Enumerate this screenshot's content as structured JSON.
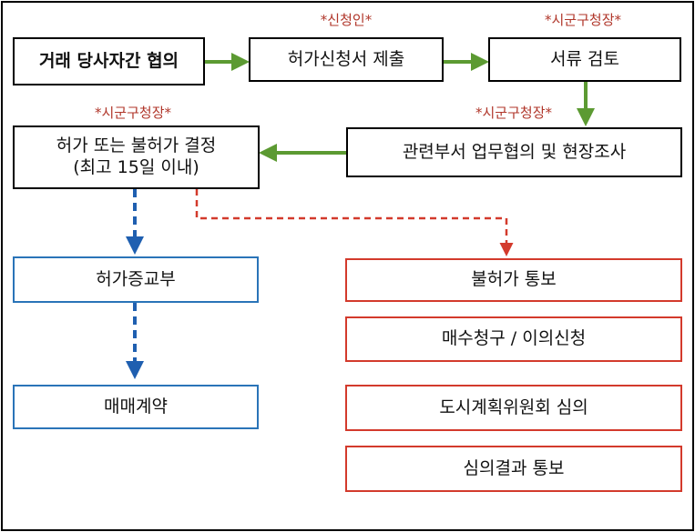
{
  "nodes": {
    "negotiation": "거래 당사자간 협의",
    "submit_application": "허가신청서 제출",
    "document_review": "서류 검토",
    "dept_consult_survey": "관련부서 업무협의 및 현장조사",
    "decision_line1": "허가 또는 불허가 결정",
    "decision_line2": "(최고 15일 이내)",
    "permit_issued": "허가증교부",
    "sale_contract": "매매계약",
    "rejection_notice": "불허가 통보",
    "purchase_request_objection": "매수청구 / 이의신청",
    "urban_planning_review": "도시계획위원회 심의",
    "review_result_notice": "심의결과 통보"
  },
  "actors": {
    "applicant": "*신청인*",
    "mayor_review": "*시군구청장*",
    "mayor_consult": "*시군구청장*",
    "mayor_decision": "*시군구청장*"
  },
  "colors": {
    "flow_green": "#5c9a32",
    "approve_blue": "#1f5fb0",
    "reject_red": "#d33a2c",
    "actor_label": "#b0362a"
  }
}
